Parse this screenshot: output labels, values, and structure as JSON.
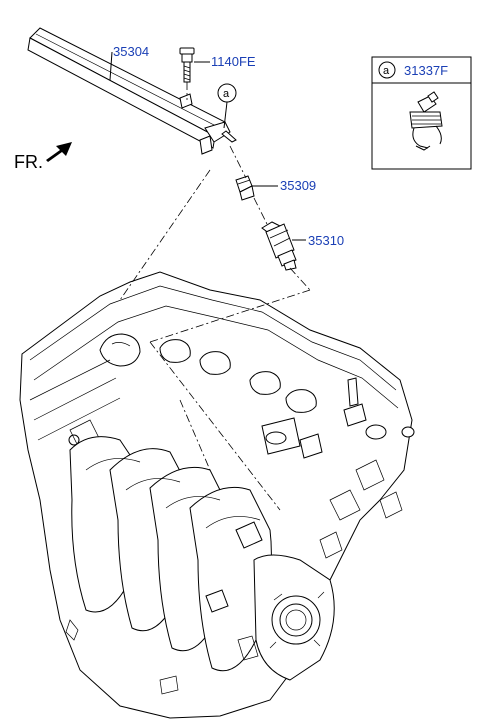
{
  "diagram": {
    "direction_label": "FR.",
    "callouts": {
      "fuel_rail": "35304",
      "bolt": "1140FE",
      "clip": "35309",
      "injector": "35310"
    },
    "ref_marker": "a",
    "inset": {
      "marker": "a",
      "part_number": "31337F"
    }
  }
}
